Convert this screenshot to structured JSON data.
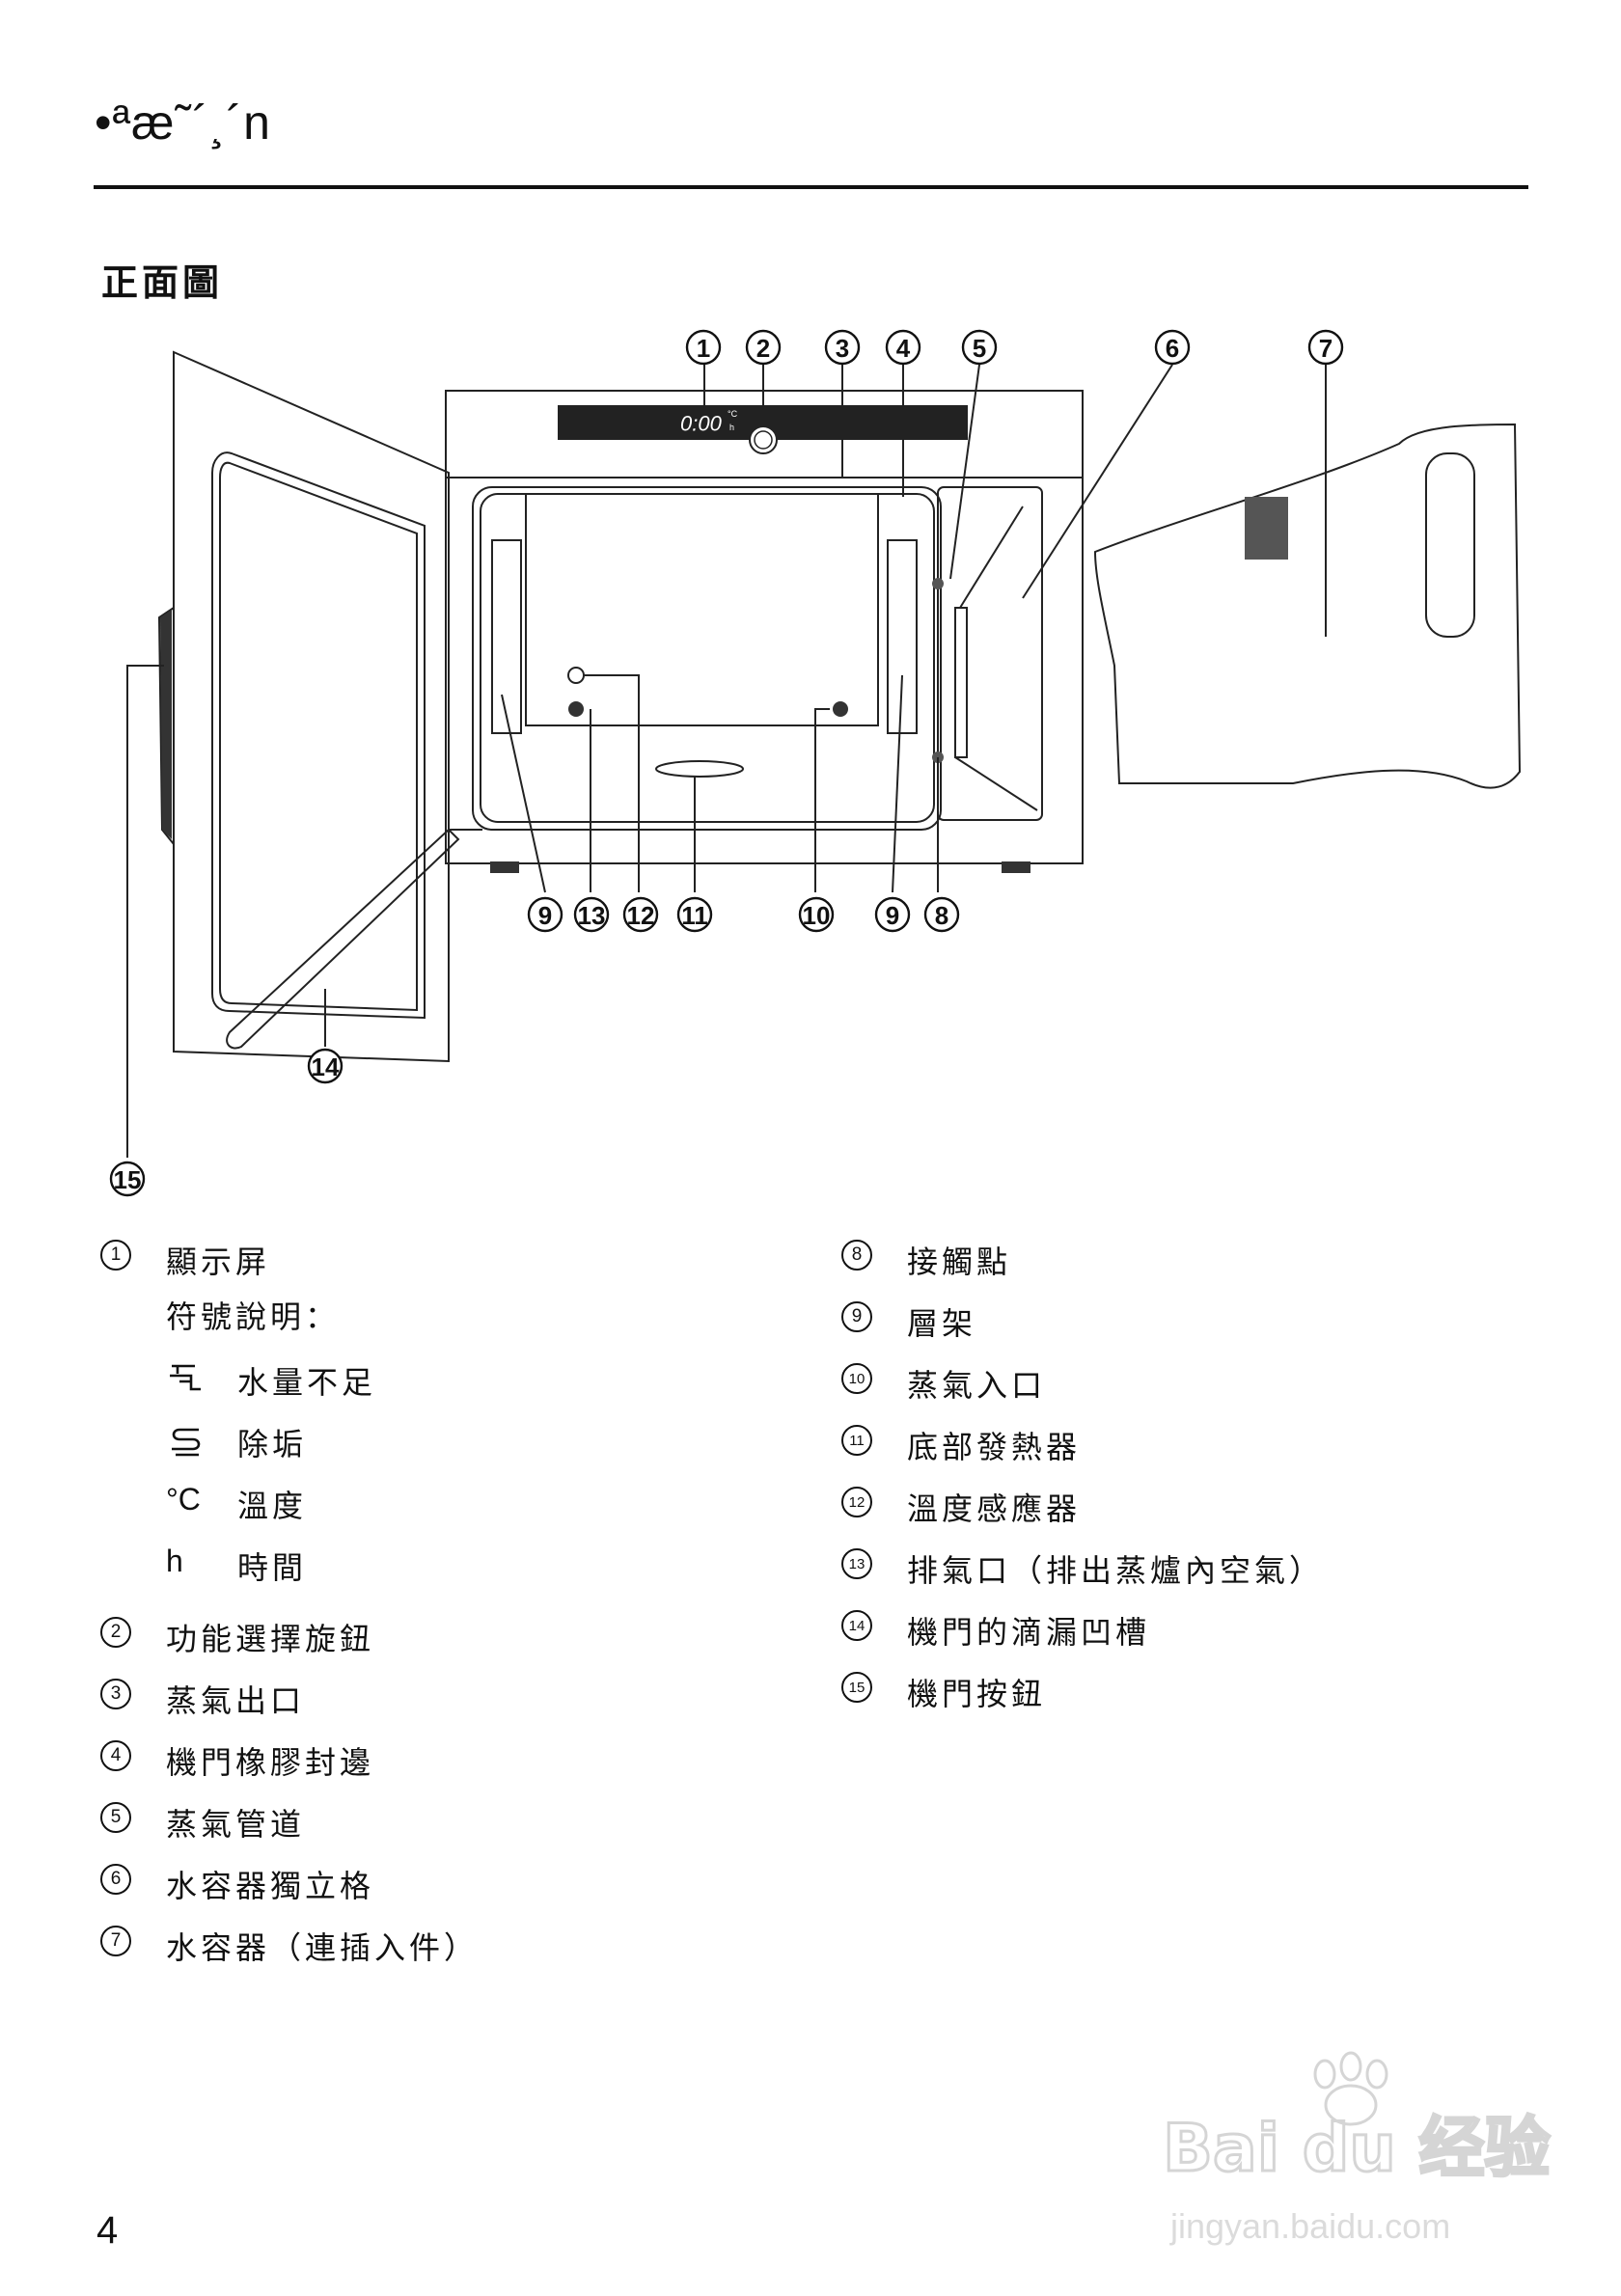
{
  "header": {
    "title": "•ªæ˜´¸´n"
  },
  "section_title": "正面圖",
  "figure": {
    "display_text": "0:00",
    "display_unit_c": "°C",
    "display_unit_h": "h",
    "callouts": [
      "1",
      "2",
      "3",
      "4",
      "5",
      "6",
      "7",
      "8",
      "9",
      "10",
      "11",
      "12",
      "13",
      "14",
      "15"
    ]
  },
  "legend": {
    "left": [
      {
        "num": "1",
        "label": "顯示屏"
      },
      {
        "num": "2",
        "label": "功能選擇旋鈕"
      },
      {
        "num": "3",
        "label": "蒸氣出口"
      },
      {
        "num": "4",
        "label": "機門橡膠封邊"
      },
      {
        "num": "5",
        "label": "蒸氣管道"
      },
      {
        "num": "6",
        "label": "水容器獨立格"
      },
      {
        "num": "7",
        "label": "水容器（連插入件）"
      }
    ],
    "symbols_heading": "符號說明：",
    "symbols": [
      {
        "icon": "tap-icon",
        "label": "水量不足"
      },
      {
        "icon": "descale-icon",
        "label": "除垢"
      },
      {
        "icon": "celsius-icon",
        "symbol": "°C",
        "label": "溫度"
      },
      {
        "icon": "hour-icon",
        "symbol": "h",
        "label": "時間"
      }
    ],
    "right": [
      {
        "num": "8",
        "label": "接觸點"
      },
      {
        "num": "9",
        "label": "層架"
      },
      {
        "num": "10",
        "label": "蒸氣入口"
      },
      {
        "num": "11",
        "label": "底部發熱器"
      },
      {
        "num": "12",
        "label": "溫度感應器"
      },
      {
        "num": "13",
        "label": "排氣口（排出蒸爐內空氣）"
      },
      {
        "num": "14",
        "label": "機門的滴漏凹槽"
      },
      {
        "num": "15",
        "label": "機門按鈕"
      }
    ]
  },
  "page_number": "4",
  "watermark": {
    "logo": "Bai du 经验",
    "url": "jingyan.baidu.com"
  }
}
